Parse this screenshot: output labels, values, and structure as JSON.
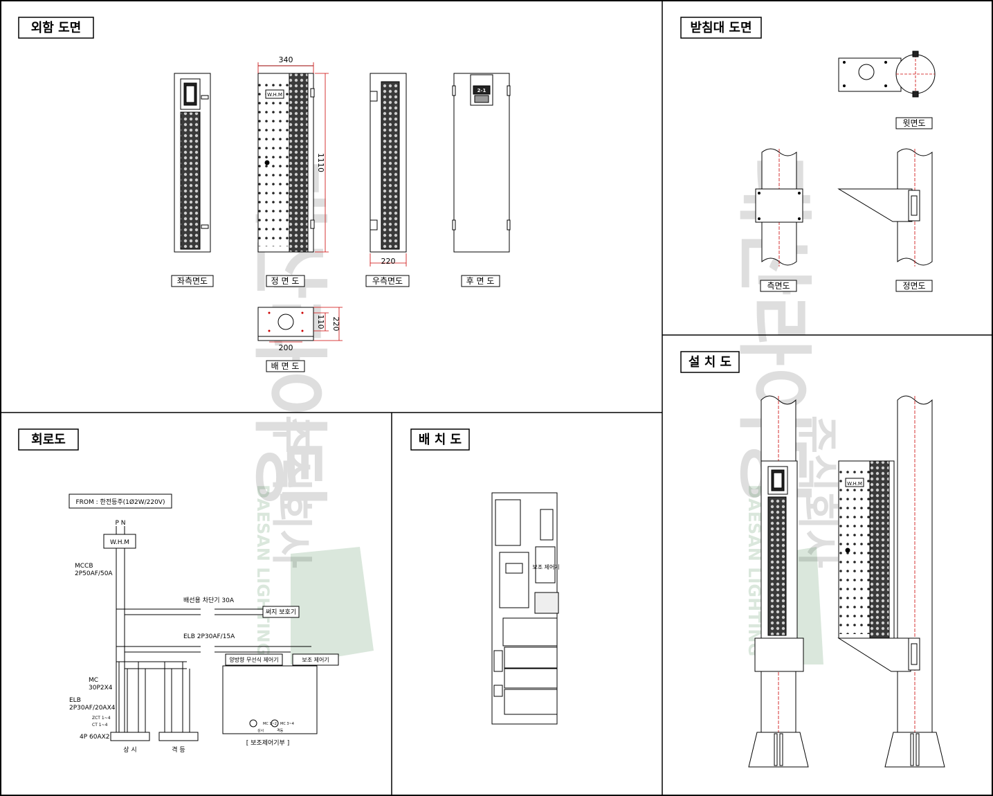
{
  "sections": {
    "enclosure": "외함 도면",
    "stand": "받침대 도면",
    "circuit": "회로도",
    "layout": "배 치 도",
    "install": "설 치 도"
  },
  "enclosure": {
    "views": {
      "left": "좌측면도",
      "front": "정 면 도",
      "right": "우측면도",
      "rear": "후 면 도",
      "bottom": "배 면 도"
    },
    "dims": {
      "width_front": "340",
      "height": "1110",
      "depth_right": "220",
      "bottom_w": "200",
      "bottom_h1": "110",
      "bottom_h2": "220"
    },
    "whm": "W.H.M",
    "rear_plate": "2-1"
  },
  "stand": {
    "views": {
      "top": "윗면도",
      "side": "측면도",
      "front": "정면도"
    }
  },
  "circuit": {
    "from": "FROM : 한전등주(1Ø2W/220V)",
    "pn": "P  N",
    "whm": "W.H.M",
    "mccb": "MCCB",
    "mccb_rating": "2P50AF/50A",
    "surge_breaker": "배선용 차단기 30A",
    "surge": "써지 보호기",
    "elb_main": "ELB 2P30AF/15A",
    "wireless": "양방향 무선식 제어기",
    "aux_ctrl": "보조 제어기",
    "mc": "MC",
    "mc_rating": "30P2X4",
    "elb": "ELB",
    "elb_rating": "2P30AF/20AX4",
    "zct": "ZCT 1~4",
    "ct": "CT 1~4",
    "term": "4P 60AX2",
    "always": "상 시",
    "alt": "격 등",
    "aux_part": "[ 보조제어기부 ]",
    "mc12": "MC 1~2",
    "mc34": "MC 3~4",
    "s1": "상시",
    "s2": "격등"
  },
  "layout": {
    "aux": "보조\n제어기"
  },
  "install": {
    "whm": "W.H.M"
  },
  "watermark": {
    "company": "대산라이팅",
    "corp": "주식회사",
    "brand": "DAESAN LIGHTING"
  }
}
